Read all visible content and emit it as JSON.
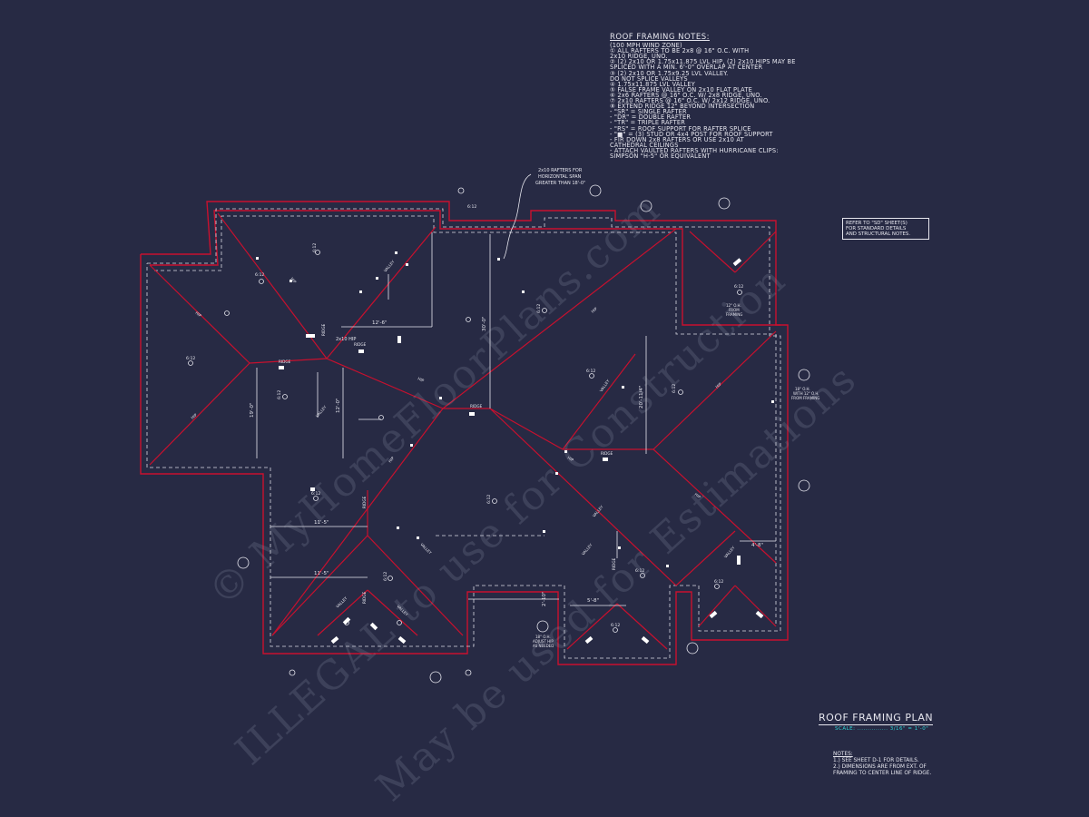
{
  "notes": {
    "title": "ROOF FRAMING NOTES:",
    "lines": [
      "(100 MPH WIND ZONE)",
      "① ALL RAFTERS TO BE 2x8 @ 16\" O.C. WITH",
      "   2x10 RIDGE, UNO.",
      "② (2) 2x10 OR 1.75x11.875 LVL HIP, (2) 2x10 HIPS MAY BE",
      "   SPLICED WITH A MIN. 6'-0\" OVERLAP AT CENTER",
      "③ (2) 2x10 OR 1.75x9.25 LVL VALLEY.",
      "   DO NOT SPLICE VALLEYS",
      "④ 1.75x11.875 LVL VALLEY",
      "⑤ FALSE FRAME VALLEY ON 2x10 FLAT PLATE",
      "⑥ 2x6 RAFTERS @ 16\" O.C. W/ 2x8 RIDGE, UNO.",
      "⑦ 2x10 RAFTERS @ 16\" O.C. W/ 2x12 RIDGE, UNO.",
      "⑧ EXTEND RIDGE 12\" BEYOND INTERSECTION",
      " -  \"SR\" = SINGLE RAFTER",
      " -  \"DR\" = DOUBLE RAFTER",
      " -  \"TR\" = TRIPLE RAFTER",
      " -  \"RS\" = ROOF SUPPORT FOR RAFTER SPLICE",
      " -  \"■\" = (3) STUD OR 4x4 POST FOR ROOF SUPPORT",
      " -  FIR DOWN 2x8 RAFTERS OR USE 2x10 AT",
      "    CATHEDRAL CEILINGS",
      " -  ATTACH VAULTED RAFTERS WITH HURRICANE CLIPS:",
      "    SIMPSON \"H-5\" OR EQUIVALENT"
    ]
  },
  "refer_note": [
    "REFER TO \"SD\" SHEET(S)",
    "FOR STANDARD DETAILS",
    "AND STRUCTURAL NOTES."
  ],
  "plan_title": "ROOF FRAMING PLAN",
  "plan_scale": "SCALE: ............... 3/16\" = 1'-0\"",
  "bottom_notes": {
    "header": "NOTES:",
    "lines": [
      "1.) SEE SHEET D-1 FOR DETAILS.",
      "2.) DIMENSIONS ARE FROM EXT. OF",
      "     FRAMING TO CENTER LINE OF RIDGE."
    ]
  },
  "callouts": {
    "rafter_note": [
      "2x10 RAFTERS FOR",
      "HORIZONTAL SPAN",
      "GREATER THAN 18'-0\""
    ],
    "hip_2x10": "2x10 HIP",
    "ridge": "RIDGE",
    "hip": "HIP",
    "valley": "VALLEY",
    "soffit_top": [
      "12\" O.H.",
      "FROM",
      "FRAMING"
    ],
    "soffit_right": [
      "18\" O.H.",
      "WITH 12\" O.H.",
      "FROM FRAMING"
    ],
    "soffit_bottom": [
      "18\" O.H.",
      "ADJUST HIP",
      "AS NEEDED"
    ]
  },
  "dimensions": {
    "d_12_6": "12'-6\"",
    "d_30_0": "30'-0\"",
    "d_19_0": "19'-0\"",
    "d_12_0": "12'-0\"",
    "d_20_1": "20'-11/4\"",
    "d_11_5a": "11'-5\"",
    "d_11_5b": "11'-5\"",
    "d_4_8": "4'-8\"",
    "d_5_8": "5'-8\"",
    "d_2_10": "2'-10\""
  },
  "pitches": {
    "p1": "6:12",
    "p2": "6:12",
    "p3": "6:12",
    "p4": "6:12",
    "p5": "6:12",
    "p6": "6:12",
    "p7": "6:12",
    "p8": "6:12",
    "p9": "6:12",
    "p10": "6:12",
    "p11": "6:12",
    "p12": "6:12",
    "p13": "6:12",
    "p14": "6:12",
    "p15": "6:12"
  },
  "watermark": {
    "line1": "© MyHomeFloorPlans.com",
    "line2": "ILLEGAL to use for Construction",
    "line3": "May be used for Estimations"
  },
  "colors": {
    "background": "#272a44",
    "wall_outline": "#c8102e",
    "dashed": "#d9d9e3",
    "scale_text": "#2fd4d4"
  }
}
